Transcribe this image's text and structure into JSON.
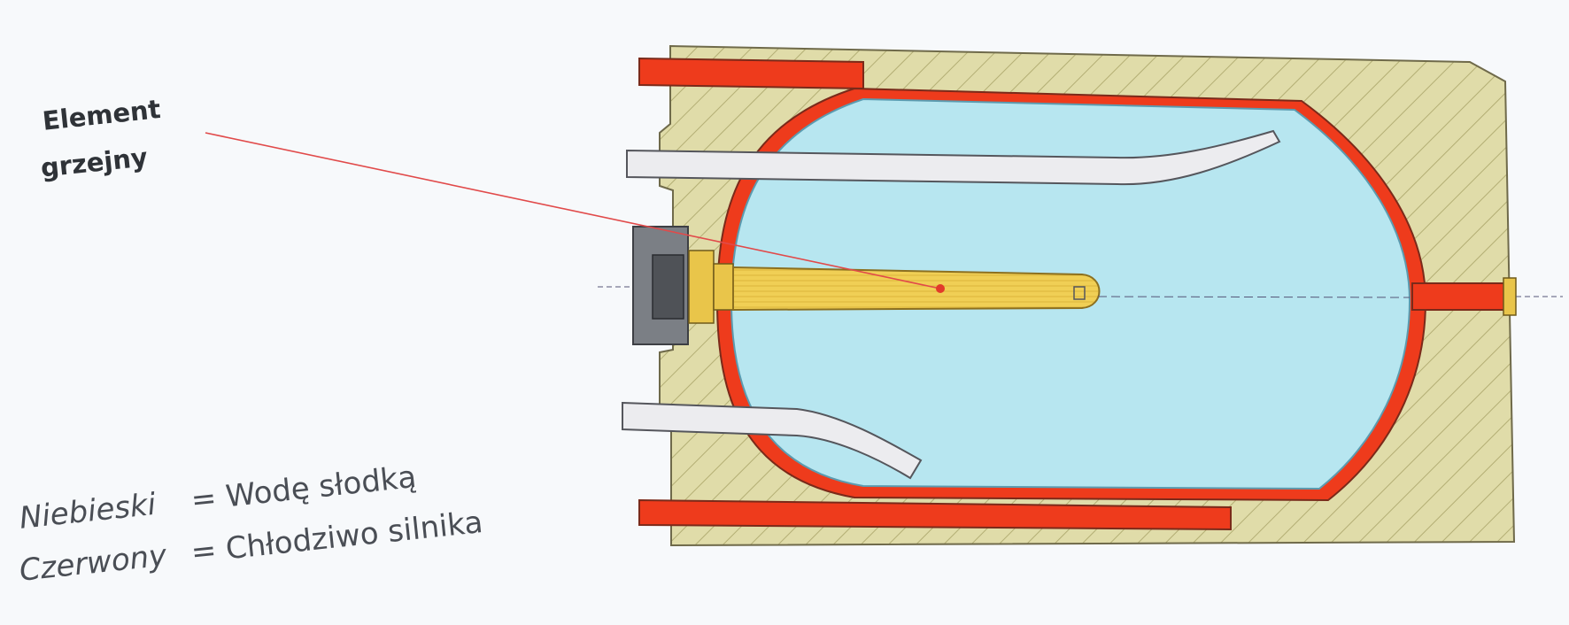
{
  "callout": {
    "line1": "Element",
    "line2": "grzejny"
  },
  "legend": {
    "blue": {
      "key": "Niebieski",
      "value": "= Wodę słodką"
    },
    "red": {
      "key": "Czerwony",
      "value": "= Chłodziwo silnika"
    }
  },
  "colors": {
    "background": "#f7f9fb",
    "housing": "#e0dca9",
    "hatch": "#b3ae74",
    "coolant": "#ee3b1c",
    "water": "#b7e6f0",
    "heater": "#f0cf55",
    "pipe": "#ececef",
    "flange": "#7b7f85",
    "leader": "#e14a4a"
  }
}
